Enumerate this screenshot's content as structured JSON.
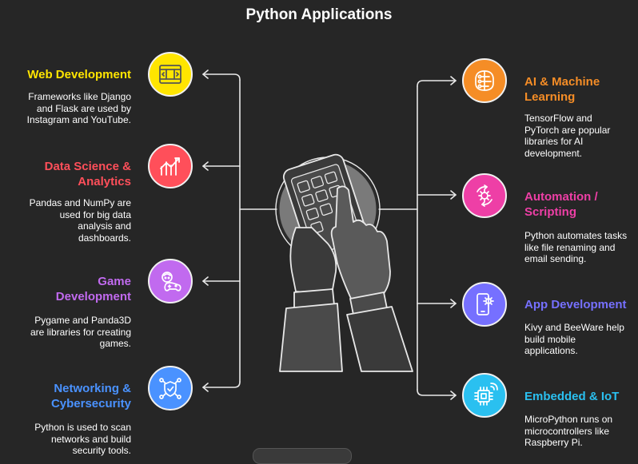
{
  "title": "Python Applications",
  "colors": {
    "web": "#ffe500",
    "data": "#ff4f5a",
    "game": "#c16aef",
    "network": "#4a92ff",
    "ai": "#f58d26",
    "automation": "#ee3fa6",
    "app": "#7670ff",
    "embedded": "#2ac0f0"
  },
  "left_items": [
    {
      "title_lines": [
        "Web Development"
      ],
      "desc_lines": [
        "Frameworks like Django",
        "and Flask are used by",
        "Instagram and YouTube."
      ],
      "icon": "browser-window-icon"
    },
    {
      "title_lines": [
        "Data Science &",
        "Analytics"
      ],
      "desc_lines": [
        "Pandas and NumPy are",
        "used for big data",
        "analysis and",
        "dashboards."
      ],
      "icon": "chart-trend-icon"
    },
    {
      "title_lines": [
        "Game",
        "Development"
      ],
      "desc_lines": [
        "Pygame and Panda3D",
        "are libraries for creating",
        "games."
      ],
      "icon": "gamepad-person-icon"
    },
    {
      "title_lines": [
        "Networking &",
        "Cybersecurity"
      ],
      "desc_lines": [
        "Python is used to scan",
        "networks and build",
        "security tools."
      ],
      "icon": "shield-network-icon"
    }
  ],
  "right_items": [
    {
      "title_lines": [
        "AI & Machine",
        "Learning"
      ],
      "desc_lines": [
        "TensorFlow and",
        "PyTorch are popular",
        "libraries for AI",
        "development."
      ],
      "icon": "ai-brain-icon"
    },
    {
      "title_lines": [
        "Automation /",
        "Scripting"
      ],
      "desc_lines": [
        "Python automates tasks",
        "like file renaming and",
        "email sending."
      ],
      "icon": "gear-cycle-icon"
    },
    {
      "title_lines": [
        "App Development"
      ],
      "desc_lines": [
        "Kivy and BeeWare help",
        "build mobile",
        "applications."
      ],
      "icon": "mobile-gear-icon"
    },
    {
      "title_lines": [
        "Embedded & IoT"
      ],
      "desc_lines": [
        "MicroPython runs on",
        "microcontrollers like",
        "Raspberry Pi."
      ],
      "icon": "microchip-icon"
    }
  ],
  "center_icon": "hands-tablet-icon"
}
